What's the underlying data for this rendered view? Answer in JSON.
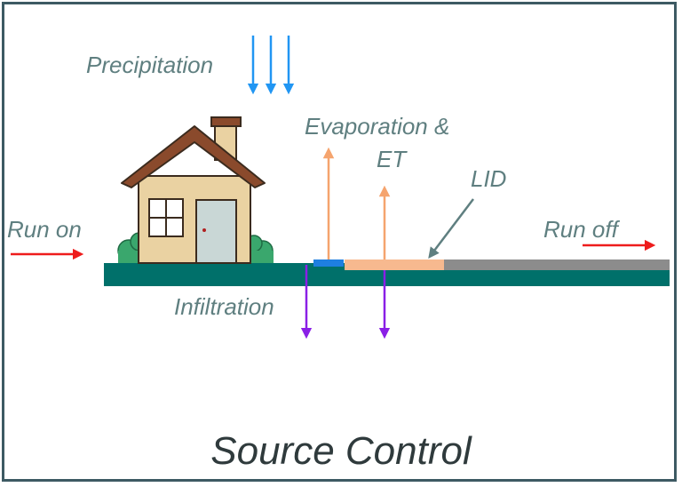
{
  "title": "Source Control",
  "labels": {
    "precipitation": "Precipitation",
    "evaporation_line1": "Evaporation &",
    "evaporation_line2": "ET",
    "lid": "LID",
    "run_on": "Run on",
    "run_off": "Run off",
    "infiltration": "Infiltration"
  },
  "colors": {
    "precipitation": "#2196f3",
    "evaporation": "#f5a46e",
    "infiltration": "#8a1fe6",
    "runoff": "#ee1c1c",
    "ground": "#00706a",
    "lid_strip": "#f7b98f",
    "pavement": "#8c8c8c",
    "border": "#3d5a63",
    "label": "#5f7f80"
  },
  "icons": [
    "house-icon",
    "bush-icon"
  ]
}
